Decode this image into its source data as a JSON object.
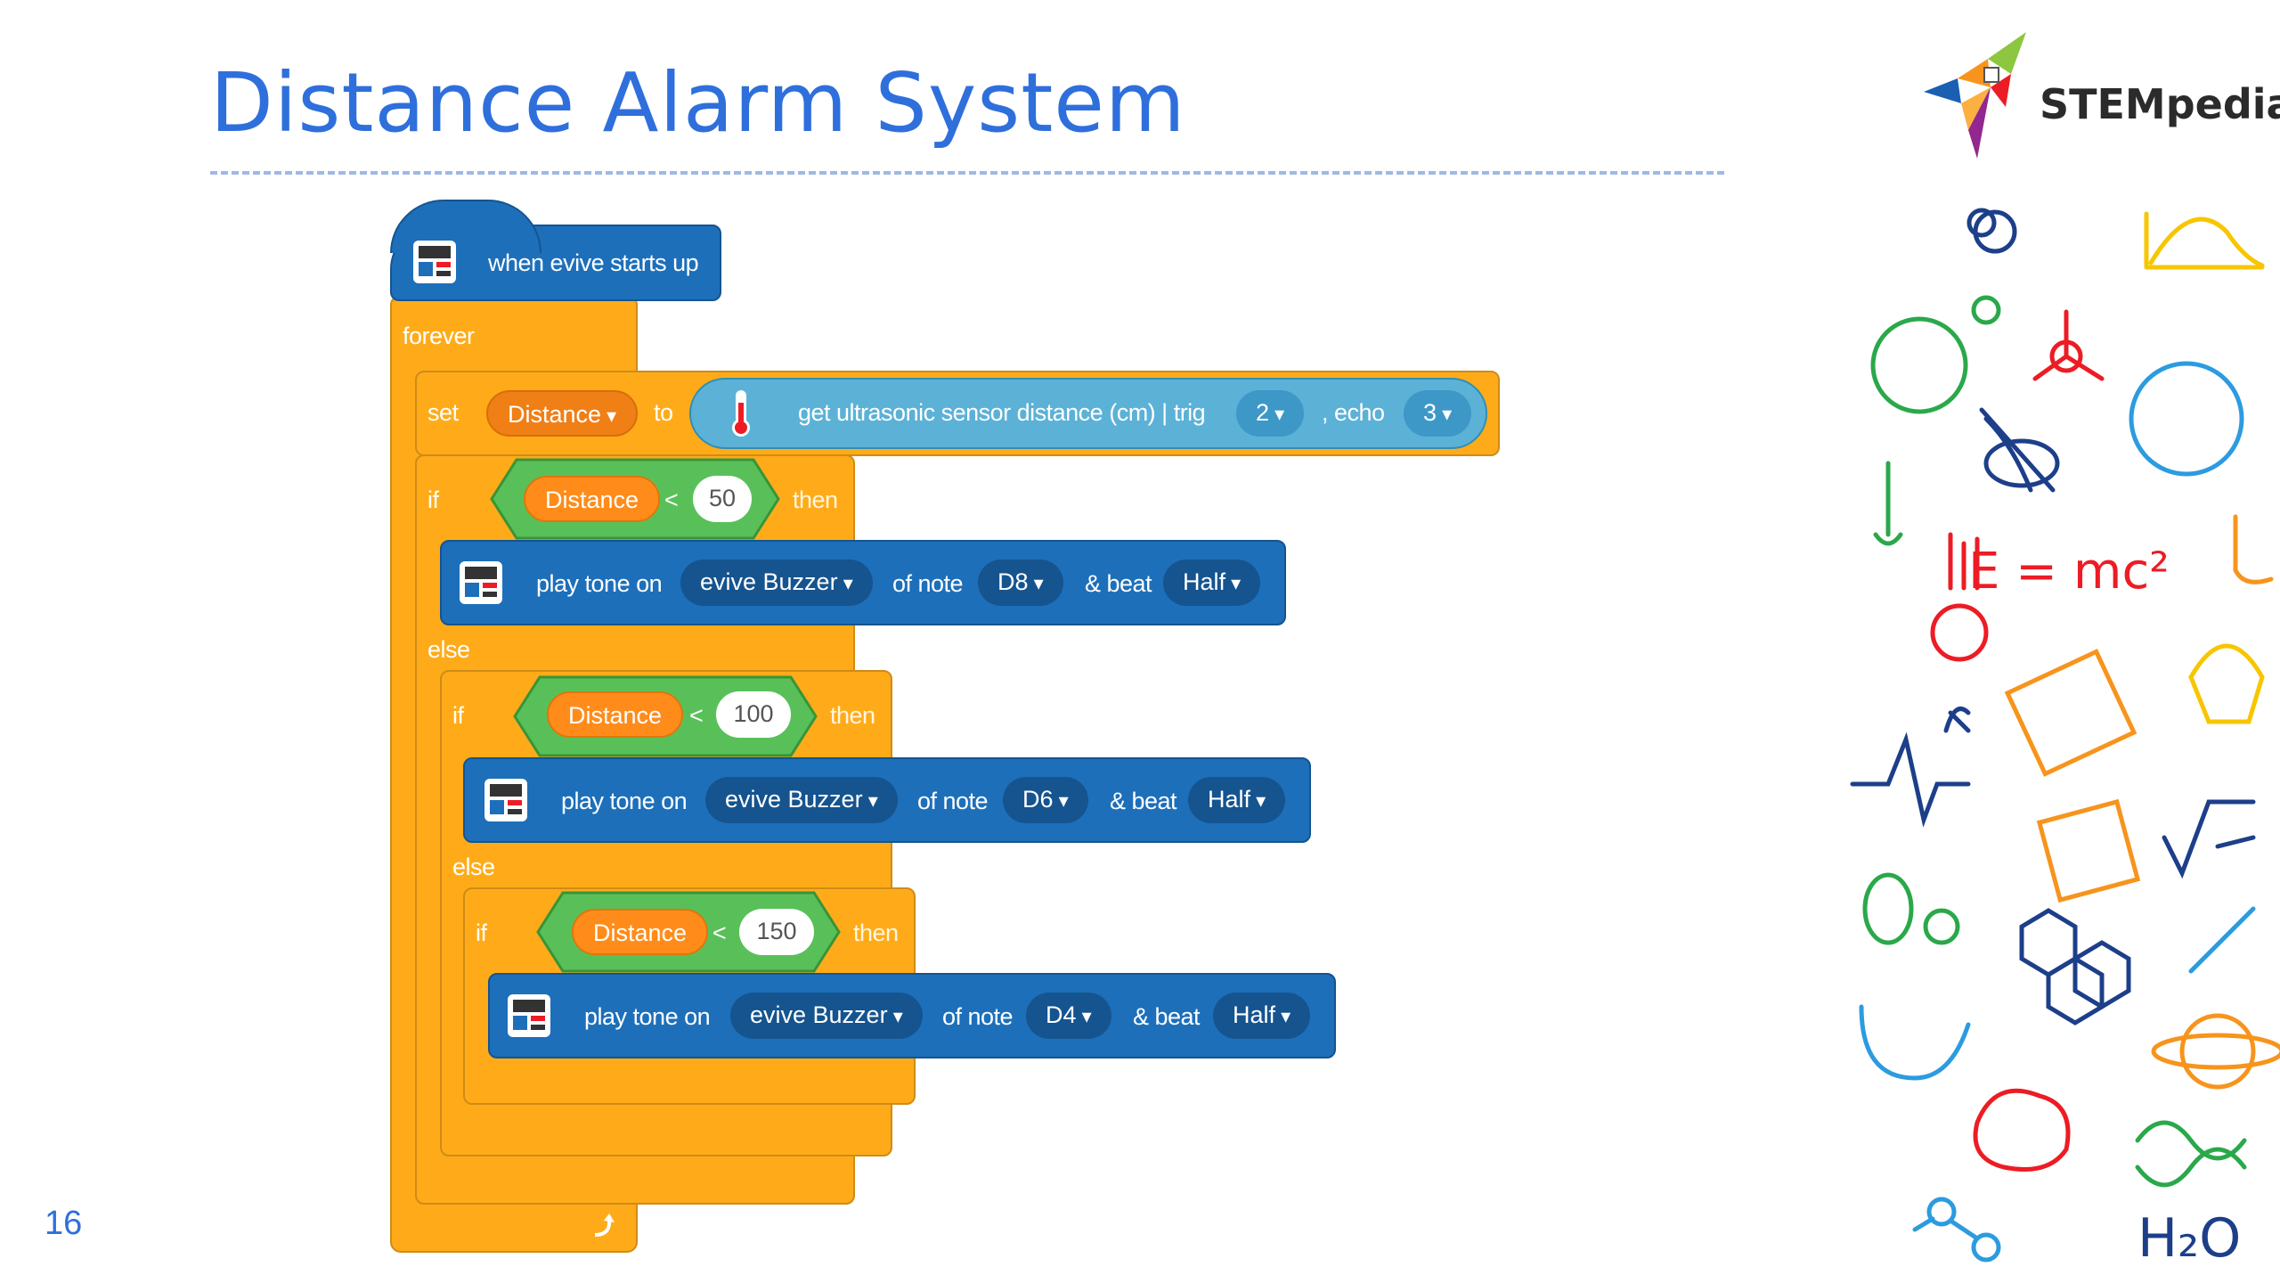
{
  "slide": {
    "title": "Distance Alarm System",
    "number": "16",
    "logo_text": "STEMpedia"
  },
  "colors": {
    "title": "#2f6fdc",
    "control": "#ffab19",
    "device": "#1d6fba",
    "operator": "#59c059",
    "variable": "#ff8c1a",
    "sensor": "#5cb1d6"
  },
  "icons": [
    "evive-device-icon",
    "thermometer-icon",
    "loop-arrow-icon",
    "stempedia-logo-icon",
    "science-doodles"
  ],
  "script": {
    "hat": "when evive starts up",
    "forever": "forever",
    "set_block": {
      "set": "set",
      "variable": "Distance",
      "to": "to",
      "reporter": "get ultrasonic sensor distance (cm) | trig",
      "trig": "2",
      "echo_label": ", echo",
      "echo": "3"
    },
    "if_label": "if",
    "then_label": "then",
    "else_label": "else",
    "play_label": "play tone on",
    "note_label": "of note",
    "beat_label": "& beat",
    "lt": "<",
    "conditions": [
      {
        "variable": "Distance",
        "value": "50",
        "buzzer": "evive Buzzer",
        "note": "D8",
        "beat": "Half"
      },
      {
        "variable": "Distance",
        "value": "100",
        "buzzer": "evive Buzzer",
        "note": "D6",
        "beat": "Half"
      },
      {
        "variable": "Distance",
        "value": "150",
        "buzzer": "evive Buzzer",
        "note": "D4",
        "beat": "Half"
      }
    ]
  }
}
